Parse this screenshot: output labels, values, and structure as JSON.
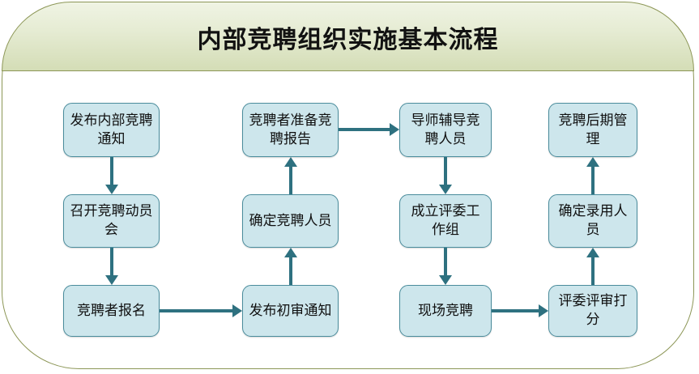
{
  "header": {
    "title": "内部竞聘组织实施基本流程",
    "gradient_top": "#f0f4e4",
    "gradient_bottom": "#d4ddb6",
    "border_color": "#8c9656"
  },
  "theme": {
    "node_fill": "#cde6ec",
    "node_border": "#4a8c9c",
    "connector_color": "#2e7180",
    "page_background": "#ffffff"
  },
  "diagram": {
    "type": "flowchart",
    "flow_direction": "serpentine: column1 down, column2 up, column3 down, column4 up",
    "columns": [
      {
        "index": 1,
        "direction": "down",
        "nodes": [
          {
            "id": "n1",
            "label": "发布内部竞聘通知",
            "row": 1
          },
          {
            "id": "n2",
            "label": "召开竞聘动员会",
            "row": 2
          },
          {
            "id": "n3",
            "label": "竞聘者报名",
            "row": 3
          }
        ]
      },
      {
        "index": 2,
        "direction": "up",
        "nodes": [
          {
            "id": "n6",
            "label": "竞聘者准备竞聘报告",
            "row": 1
          },
          {
            "id": "n5",
            "label": "确定竞聘人员",
            "row": 2
          },
          {
            "id": "n4",
            "label": "发布初审通知",
            "row": 3
          }
        ]
      },
      {
        "index": 3,
        "direction": "down",
        "nodes": [
          {
            "id": "n7",
            "label": "导师辅导竞聘人员",
            "row": 1
          },
          {
            "id": "n8",
            "label": "成立评委工作组",
            "row": 2
          },
          {
            "id": "n9",
            "label": "现场竞聘",
            "row": 3
          }
        ]
      },
      {
        "index": 4,
        "direction": "up",
        "nodes": [
          {
            "id": "n12",
            "label": "竞聘后期管理",
            "row": 1
          },
          {
            "id": "n11",
            "label": "确定录用人员",
            "row": 2
          },
          {
            "id": "n10",
            "label": "评委评审打分",
            "row": 3
          }
        ]
      }
    ],
    "edges": [
      {
        "from": "n1",
        "to": "n2",
        "kind": "vertical-down"
      },
      {
        "from": "n2",
        "to": "n3",
        "kind": "vertical-down"
      },
      {
        "from": "n3",
        "to": "n4",
        "kind": "horizontal-right"
      },
      {
        "from": "n4",
        "to": "n5",
        "kind": "vertical-up"
      },
      {
        "from": "n5",
        "to": "n6",
        "kind": "vertical-up"
      },
      {
        "from": "n6",
        "to": "n7",
        "kind": "horizontal-right"
      },
      {
        "from": "n7",
        "to": "n8",
        "kind": "vertical-down"
      },
      {
        "from": "n8",
        "to": "n9",
        "kind": "vertical-down"
      },
      {
        "from": "n9",
        "to": "n10",
        "kind": "horizontal-right"
      },
      {
        "from": "n10",
        "to": "n11",
        "kind": "vertical-up"
      },
      {
        "from": "n11",
        "to": "n12",
        "kind": "vertical-up"
      }
    ]
  }
}
